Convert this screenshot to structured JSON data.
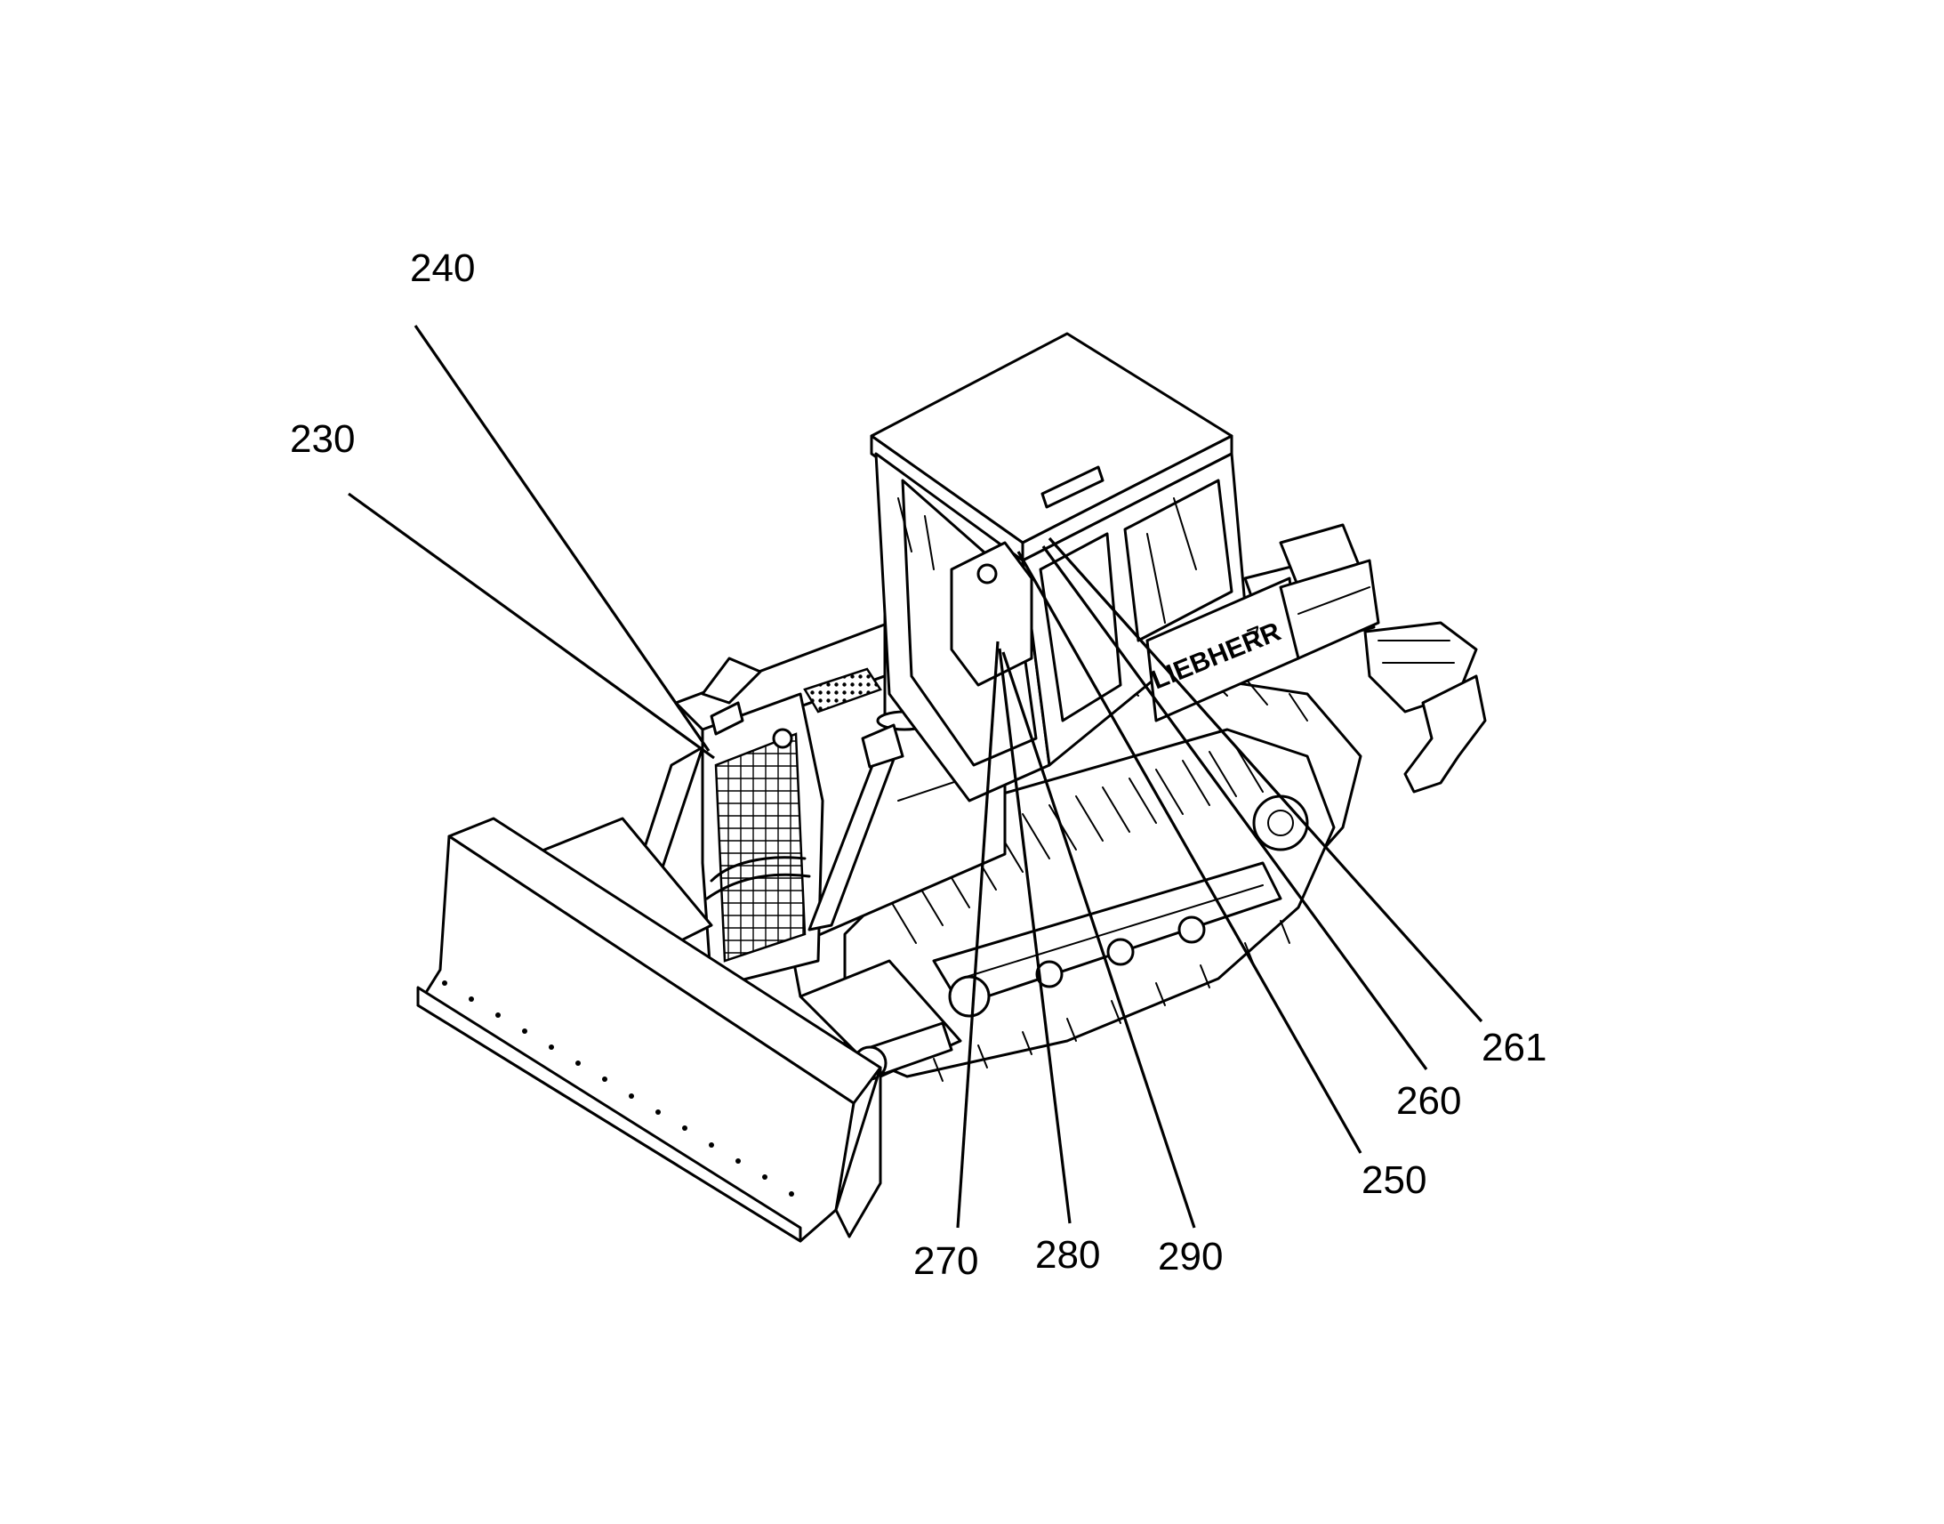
{
  "figure": {
    "brand_text": "LIEBHERR",
    "model_text": "7",
    "reference_labels": [
      {
        "id": "230",
        "text": "230"
      },
      {
        "id": "240",
        "text": "240"
      },
      {
        "id": "250",
        "text": "250"
      },
      {
        "id": "260",
        "text": "260"
      },
      {
        "id": "261",
        "text": "261"
      },
      {
        "id": "270",
        "text": "270"
      },
      {
        "id": "280",
        "text": "280"
      },
      {
        "id": "290",
        "text": "290"
      }
    ]
  },
  "colors": {
    "ink": "#000000",
    "paper": "#ffffff"
  }
}
